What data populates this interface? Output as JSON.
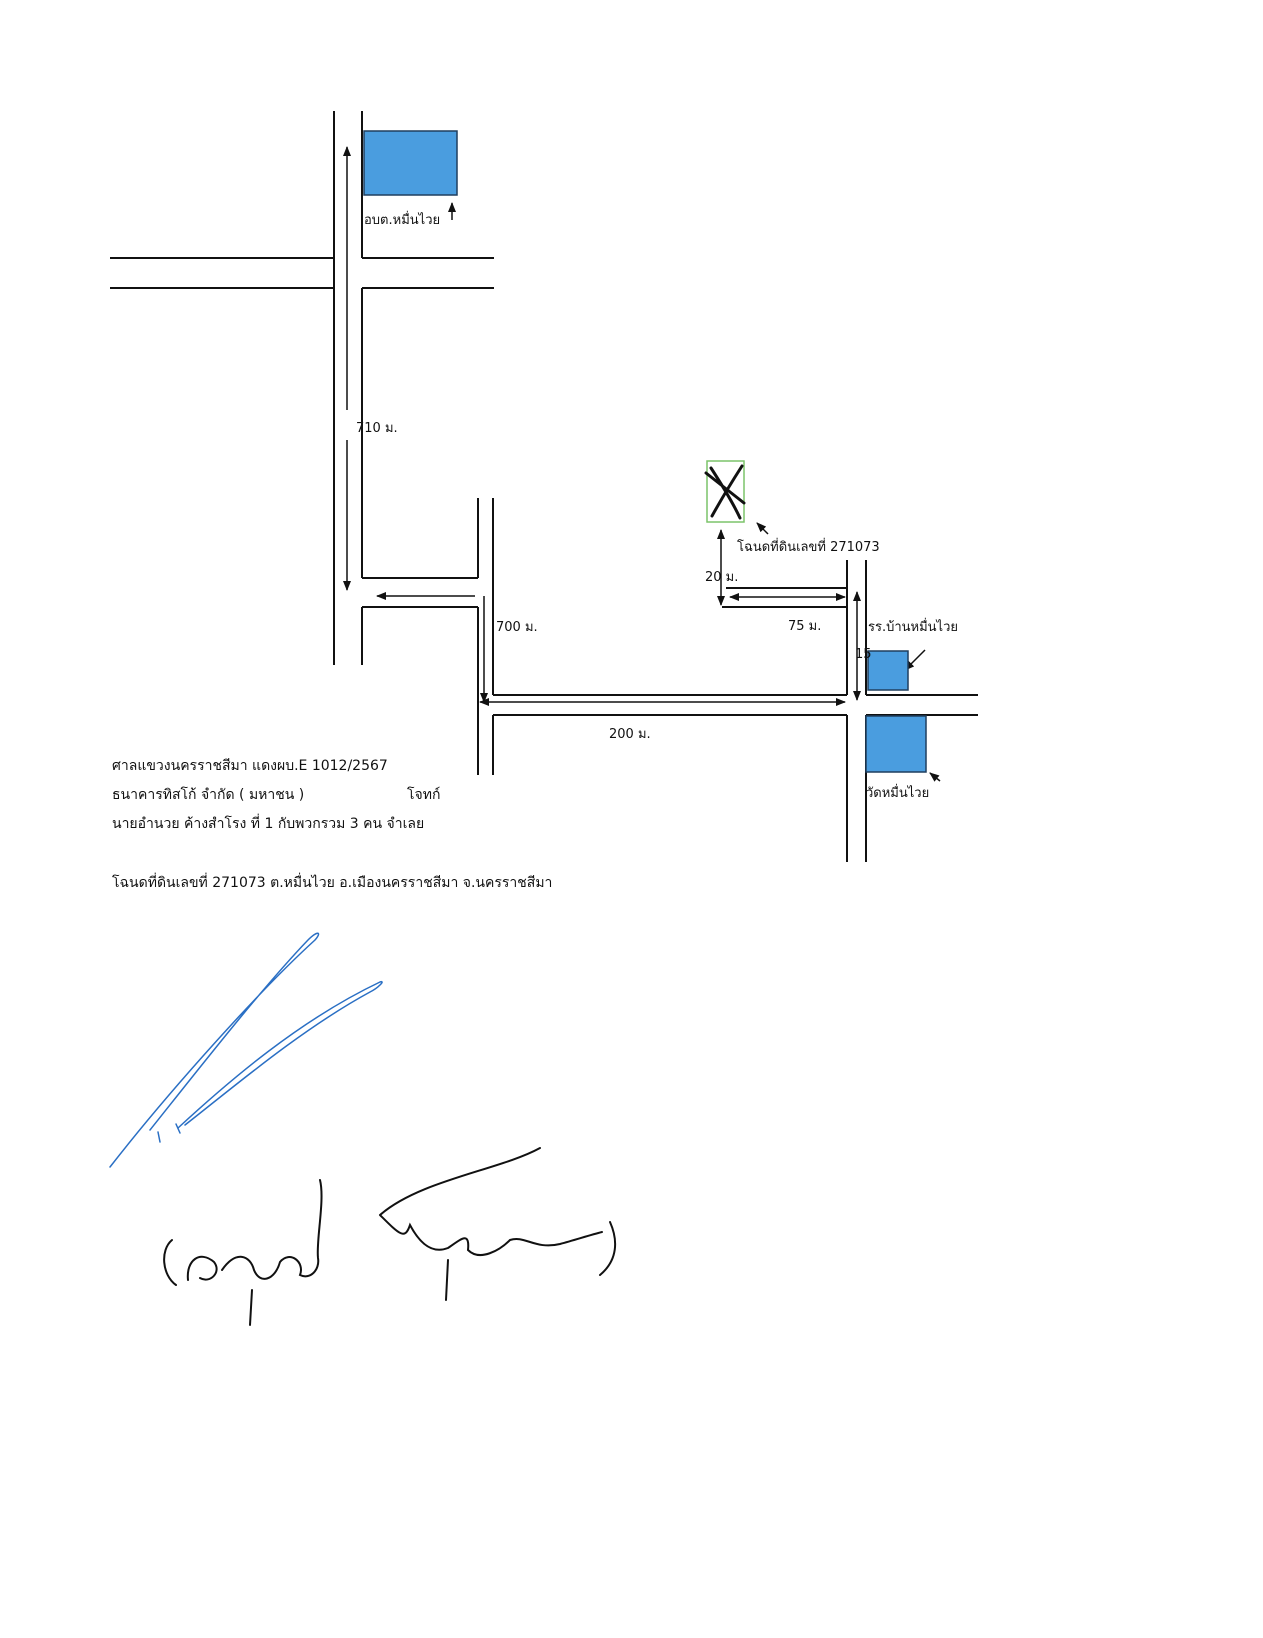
{
  "map": {
    "labels": {
      "obt": "อบต.หมื่นไวย",
      "deed_pointer": "โฉนดที่ดินเลขที่ 271073",
      "school": "รร.บ้านหมื่นไวย",
      "temple": "วัดหมื่นไวย",
      "school_dist_fragment": "15"
    },
    "distances": {
      "north_south": "710 ม.",
      "middle_vertical": "700 ม.",
      "bottom_horizontal": "200 ม.",
      "short_vertical": "20 ม.",
      "short_horizontal": "75 ม."
    },
    "colors": {
      "building": "#4a9ddf",
      "marker_border": "#7cc46a",
      "signature": "#2a6fc4"
    }
  },
  "case": {
    "line1": "ศาลแขวงนครราชสีมา แดงผบ.E 1012/2567",
    "line2_plaintiff": "ธนาคารทิสโก้ จำกัด ( มหาชน )",
    "line2_role": "โจทก์",
    "line3": "นายอำนวย ค้างสำโรง ที่ 1 กับพวกรวม 3 คน จำเลย",
    "deed": "โฉนดที่ดินเลขที่ 271073 ต.หมื่นไวย อ.เมืองนครราชสีมา จ.นครราชสีมา"
  }
}
